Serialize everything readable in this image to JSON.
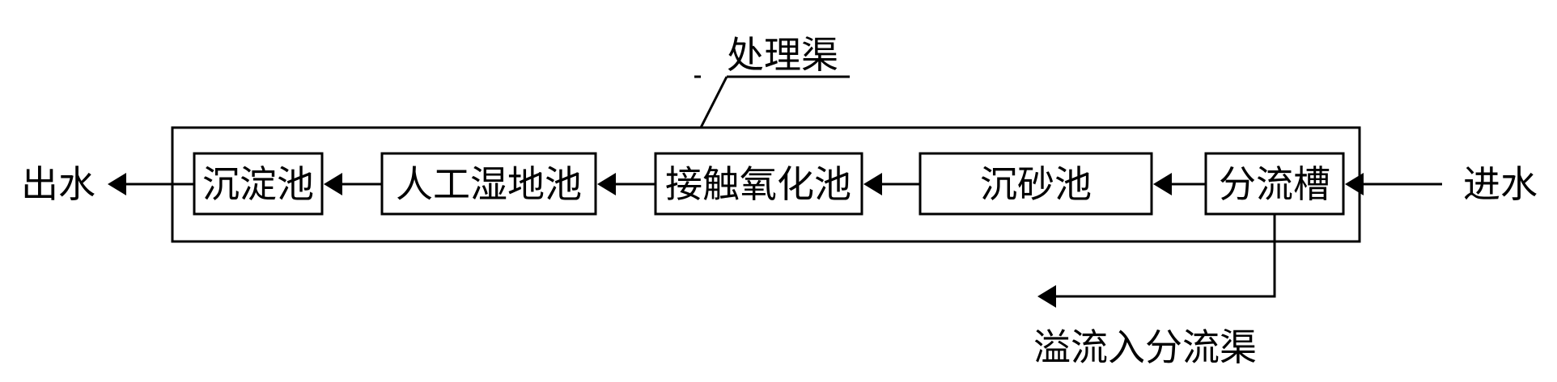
{
  "container_label": "处理渠",
  "inlet": "进水",
  "outlet": "出水",
  "overflow": "溢流入分流渠",
  "units": [
    "分流槽",
    "沉砂池",
    "接触氧化池",
    "人工湿地池",
    "沉淀池"
  ]
}
